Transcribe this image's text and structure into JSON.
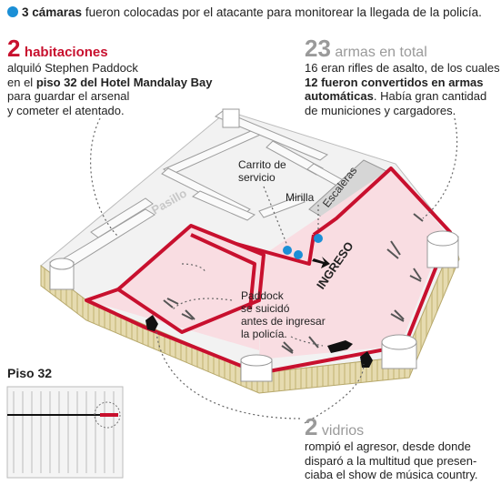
{
  "intro": {
    "bold": "3 cámaras",
    "rest": " fueron colocadas por el atacante para monitorear la llegada de la policía."
  },
  "rooms": {
    "number": "2",
    "title": "habitaciones",
    "line1": "alquiló Stephen Paddock",
    "line2_pre": "en el ",
    "line2_bold": "piso 32 del Hotel Mandalay Bay",
    "line3": "para guardar el arsenal",
    "line4": "y cometer el atentado."
  },
  "weapons": {
    "number": "23",
    "title": "armas en total",
    "line1": "16 eran rifles de asalto, de los cuales",
    "line2_bold": "12 fueron convertidos en armas",
    "line3_bold": "automáticas",
    "line3_rest": ". Había gran cantidad",
    "line4": "de municiones y cargadores."
  },
  "labels": {
    "cart1": "Carrito de",
    "cart2": "servicio",
    "peephole": "Mirilla",
    "hall": "Pasillo",
    "stairs": "Escaleras",
    "entry": "INGRESO",
    "suicide1": "Paddock",
    "suicide2": "se suicidó",
    "suicide3": "antes de ingresar",
    "suicide4": "la policía."
  },
  "floor": {
    "title": "Piso 32"
  },
  "windows": {
    "number": "2",
    "title": "vidrios",
    "line1": "rompió el agresor, desde donde",
    "line2": "disparó a la multitud que presen-",
    "line3": "ciaba el show de música country."
  },
  "colors": {
    "accent_red": "#c8102e",
    "camera_blue": "#1b8fd6",
    "room_fill": "#f9dde2",
    "wall_side": "#e8dcae"
  }
}
